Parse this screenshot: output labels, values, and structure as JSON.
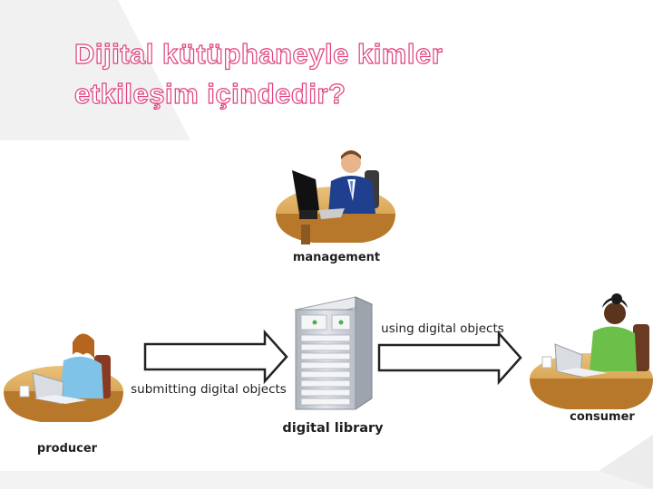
{
  "slide": {
    "title_line1": "Dijital kütüphaneyle kimler",
    "title_line2": "etkileşim içindedir?"
  },
  "diagram": {
    "management_label": "management",
    "producer_label": "producer",
    "consumer_label": "consumer",
    "library_label": "digital library",
    "submit_label": "submitting digital objects",
    "using_label": "using digital objects"
  },
  "colors": {
    "title_outline": "#e0407f",
    "desk": "#d9a24a",
    "server": "#cfd3da",
    "producer_shirt": "#7fc4e8",
    "consumer_shirt": "#6cc04a",
    "management_suit": "#1f3f8f"
  }
}
